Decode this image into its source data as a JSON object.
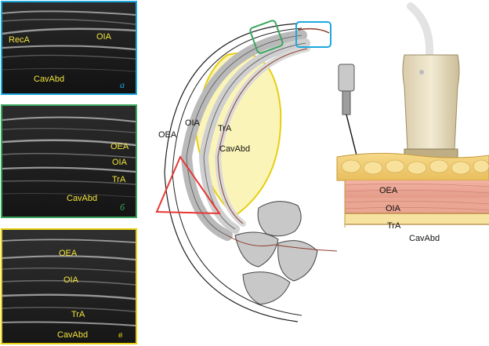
{
  "panels": {
    "a": {
      "letter": "а",
      "labels": {
        "reca": "RecA",
        "oia": "OIA",
        "cavabd": "CavAbd"
      }
    },
    "b": {
      "letter": "б",
      "labels": {
        "oea": "OEA",
        "oia": "OIA",
        "tra": "TrA",
        "cavabd": "CavAbd"
      }
    },
    "c": {
      "letter": "в",
      "labels": {
        "oea": "OEA",
        "oia": "OIA",
        "tra": "TrA",
        "cavabd": "CavAbd"
      }
    }
  },
  "diagram": {
    "oea": "OEA",
    "oia": "OIA",
    "tra": "TrA",
    "cavabd": "CavAbd"
  },
  "tissue": {
    "oea": "OEA",
    "oia": "OIA",
    "tra": "TrA",
    "cavabd": "CavAbd"
  },
  "colors": {
    "panel_a_border": "#1da7df",
    "panel_b_border": "#3aa55c",
    "panel_c_border": "#e6cf12",
    "label_yellow": "#f2e33c",
    "cavity_fill": "#fbf4b8",
    "triangle_red": "#e53935",
    "muscle_gray": "#c8c8c8"
  }
}
